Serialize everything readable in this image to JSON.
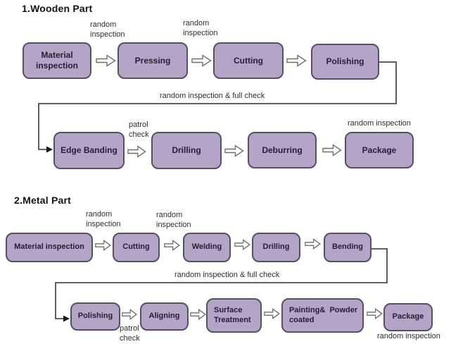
{
  "diagram": {
    "colors": {
      "box_fill": "#b3a4c8",
      "box_border": "#565060",
      "box_text": "#262033",
      "connector_line": "#4d4d4d",
      "arrow_fill": "#ffffff",
      "arrow_border": "#6e6e6e"
    },
    "wooden": {
      "title": "1.Wooden Part",
      "row1_boxes": [
        {
          "label": "Material inspection"
        },
        {
          "label": "Pressing"
        },
        {
          "label": "Cutting"
        },
        {
          "label": "Polishing"
        }
      ],
      "arrow_label_1": "random inspection",
      "arrow_label_2": "random inspection",
      "loop_label": "random inspection & full check",
      "row2_boxes": [
        {
          "label": "Edge Banding"
        },
        {
          "label": "Drilling"
        },
        {
          "label": "Deburring"
        },
        {
          "label": "Package"
        }
      ],
      "patrol_label": "patrol check",
      "package_label": "random inspection"
    },
    "metal": {
      "title": "2.Metal Part",
      "row1_boxes": [
        {
          "label": "Material inspection"
        },
        {
          "label": "Cutting"
        },
        {
          "label": "Welding"
        },
        {
          "label": "Drilling"
        },
        {
          "label": "Bending"
        }
      ],
      "arrow_label_1": "random inspection",
      "arrow_label_2": "random inspection",
      "loop_label": "random inspection & full check",
      "row2_boxes": [
        {
          "label": "Polishing"
        },
        {
          "label": "Aligning"
        },
        {
          "label": "Surface\nTreatment"
        },
        {
          "label": "Painting&  Powder\ncoated"
        },
        {
          "label": "Package"
        }
      ],
      "patrol_label": "patrol check",
      "package_label": "random inspection"
    }
  }
}
